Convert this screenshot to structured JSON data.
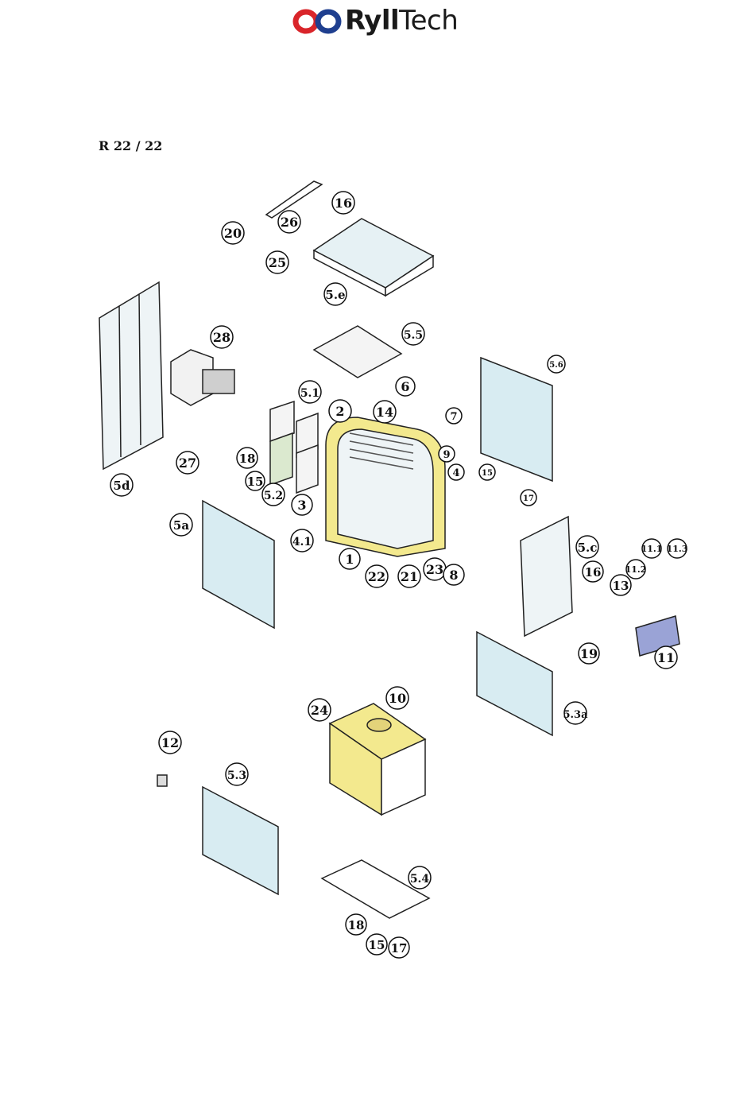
{
  "brand": {
    "name_bold": "Ryll",
    "name_light": "Tech"
  },
  "model": "R 22 / 22",
  "colors": {
    "brand_red": "#d9252a",
    "brand_blue": "#1f3f8f",
    "highlight_yellow": "#f3e98e",
    "panel_blue": "#d8ecf2",
    "outline": "#222222",
    "manifold": "#9aa3d6"
  },
  "callouts": [
    "20",
    "26",
    "16",
    "25",
    "5.e",
    "5.5",
    "28",
    "5.1",
    "2",
    "14",
    "6",
    "7",
    "9",
    "4",
    "5.6",
    "15",
    "17",
    "5d",
    "27",
    "18",
    "15",
    "5.2",
    "3",
    "5a",
    "4.1",
    "1",
    "22",
    "21",
    "23",
    "8",
    "5.c",
    "16",
    "11.1",
    "11.3",
    "11.2",
    "13",
    "11",
    "19",
    "5.3a",
    "24",
    "10",
    "12",
    "5.3",
    "5.4",
    "18",
    "15",
    "17"
  ]
}
